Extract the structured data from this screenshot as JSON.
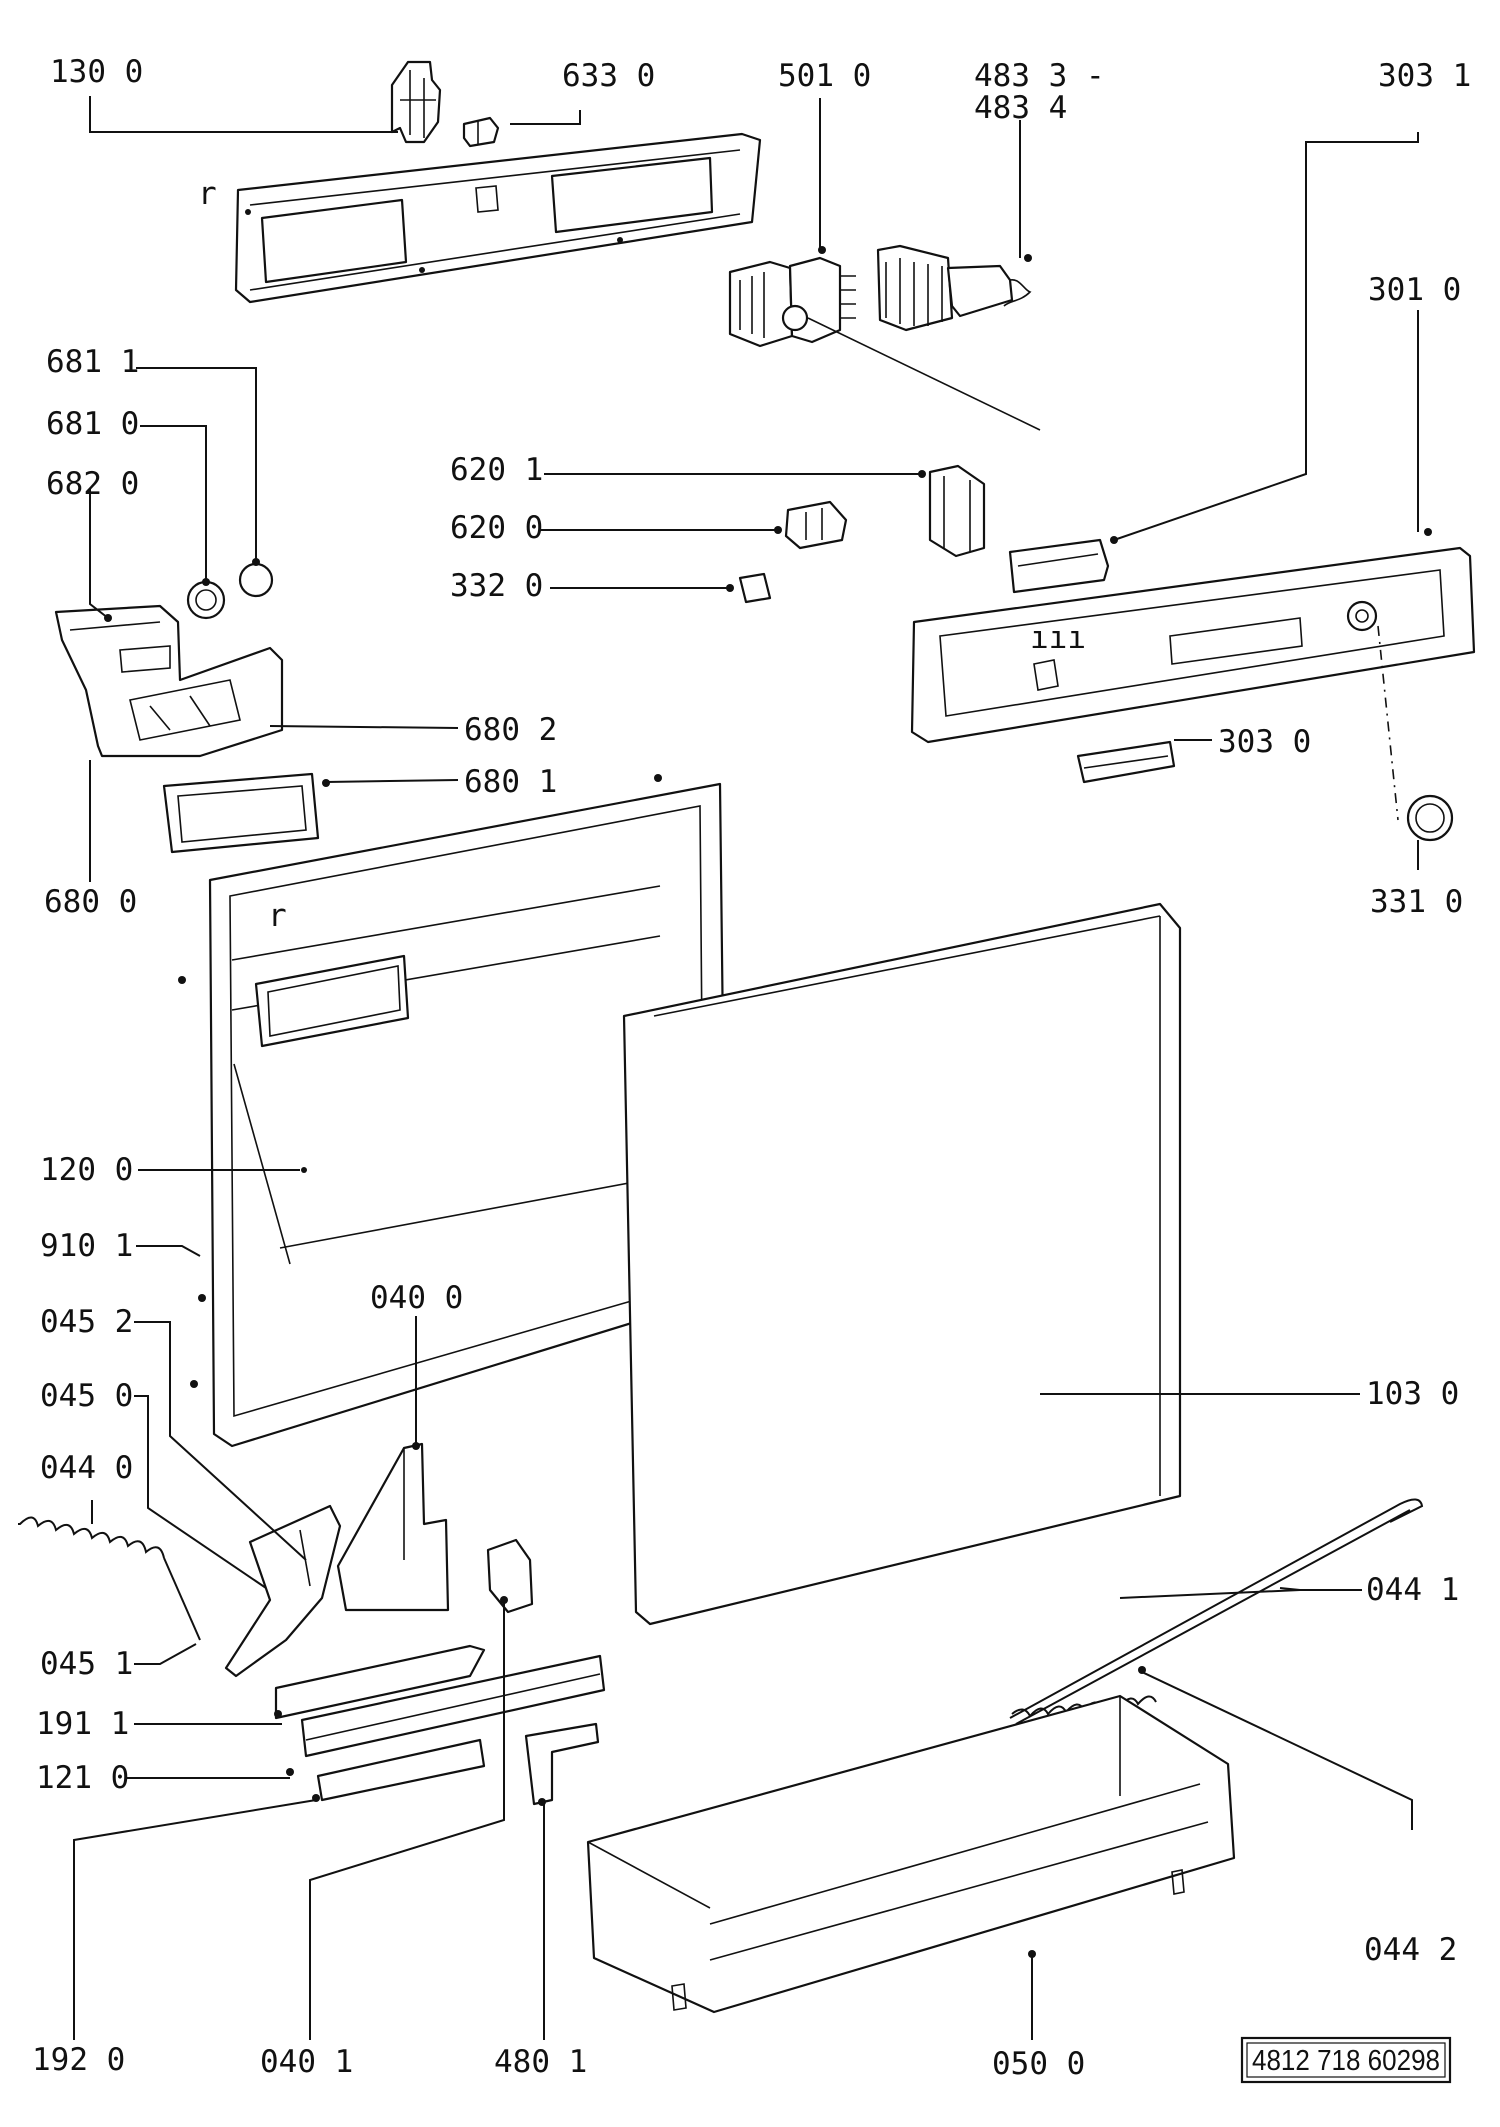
{
  "callouts": [
    {
      "id": "1300",
      "text": "130 0"
    },
    {
      "id": "6330",
      "text": "633 0"
    },
    {
      "id": "5010",
      "text": "501 0"
    },
    {
      "id": "4833",
      "text": "483 3 -"
    },
    {
      "id": "4834",
      "text": "483 4"
    },
    {
      "id": "3031",
      "text": "303 1"
    },
    {
      "id": "3010",
      "text": "301 0"
    },
    {
      "id": "6811",
      "text": "681 1"
    },
    {
      "id": "6810",
      "text": "681 0"
    },
    {
      "id": "6820",
      "text": "682 0"
    },
    {
      "id": "6201",
      "text": "620 1"
    },
    {
      "id": "6200",
      "text": "620 0"
    },
    {
      "id": "3320",
      "text": "332 0"
    },
    {
      "id": "6802",
      "text": "680 2"
    },
    {
      "id": "6801",
      "text": "680 1"
    },
    {
      "id": "6800",
      "text": "680 0"
    },
    {
      "id": "3030",
      "text": "303 0"
    },
    {
      "id": "3310",
      "text": "331 0"
    },
    {
      "id": "1200",
      "text": "120 0"
    },
    {
      "id": "9101",
      "text": "910 1"
    },
    {
      "id": "0400",
      "text": "040 0"
    },
    {
      "id": "0452",
      "text": "045 2"
    },
    {
      "id": "0450",
      "text": "045 0"
    },
    {
      "id": "0440",
      "text": "044 0"
    },
    {
      "id": "1030",
      "text": "103 0"
    },
    {
      "id": "0441",
      "text": "044 1"
    },
    {
      "id": "0451",
      "text": "045 1"
    },
    {
      "id": "1911",
      "text": "191 1"
    },
    {
      "id": "1210",
      "text": "121 0"
    },
    {
      "id": "0442",
      "text": "044 2"
    },
    {
      "id": "1920",
      "text": "192 0"
    },
    {
      "id": "0401",
      "text": "040 1"
    },
    {
      "id": "4801",
      "text": "480 1"
    },
    {
      "id": "0500",
      "text": "050 0"
    }
  ],
  "reference_code": "4812 718 60298",
  "panel_marks": {
    "display_symbols": "ııı",
    "ref_r": "r"
  }
}
